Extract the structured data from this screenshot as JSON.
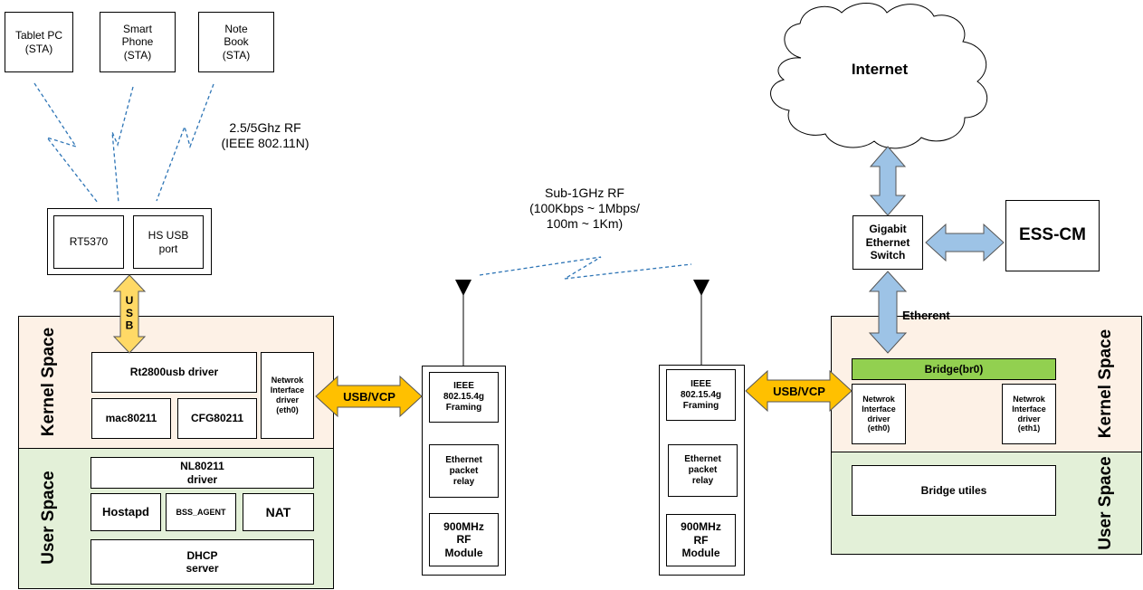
{
  "devices": {
    "tablet": "Tablet  PC\n(STA)",
    "phone": "Smart\nPhone\n(STA)",
    "notebook": "Note\nBook\n(STA)"
  },
  "wifi_rf": "2.5/5Ghz  RF\n(IEEE  802.11N)",
  "sub_ghz_rf": "Sub-1GHz RF\n(100Kbps ~ 1Mbps/\n100m ~ 1Km)",
  "usb_dongle": {
    "rt5370": "RT5370",
    "hs_usb": "HS USB\nport"
  },
  "usb_arrow": "U\nS\nB",
  "left_host": {
    "kernel_label": "Kernel Space",
    "user_label": "User Space",
    "rt2800": "Rt2800usb driver",
    "mac80211": "mac80211",
    "cfg80211": "CFG80211",
    "netif": "Netwrok\nInterface\ndriver\n(eth0)",
    "nl80211": "NL80211\ndriver",
    "hostapd": "Hostapd",
    "bss_agent": "BSS_AGENT",
    "nat": "NAT",
    "dhcp": "DHCP\nserver"
  },
  "usb_vcp": "USB/VCP",
  "rf_module": {
    "ieee_left": "IEEE\n802.15.4g\nFraming",
    "ieee_right": "IEEE\n802.15.4g\nFraming",
    "ethernet_relay": "Ethernet\npacket\nrelay",
    "rf900": "900MHz\nRF\nModule"
  },
  "internet": "Internet",
  "gigabit_switch": "Gigabit\nEthernet\nSwitch",
  "ess_cm": "ESS-CM",
  "etherent": "Etherent",
  "right_host": {
    "kernel_label": "Kernel Space",
    "user_label": "User Space",
    "bridge": "Bridge(br0)",
    "netif_eth0": "Netwrok\nInterface\ndriver\n(eth0)",
    "netif_eth1": "Netwrok\nInterface\ndriver\n(eth1)",
    "bridge_utils": "Bridge utiles"
  },
  "colors": {
    "kernel_bg": "#fdf1e6",
    "user_bg": "#e3f0d8",
    "usb_arrow": "#ffd966",
    "vcp_arrow": "#ffc000",
    "blue_arrow": "#9dc3e6",
    "bridge_green": "#92d050",
    "link_dash": "#2e75b6"
  }
}
